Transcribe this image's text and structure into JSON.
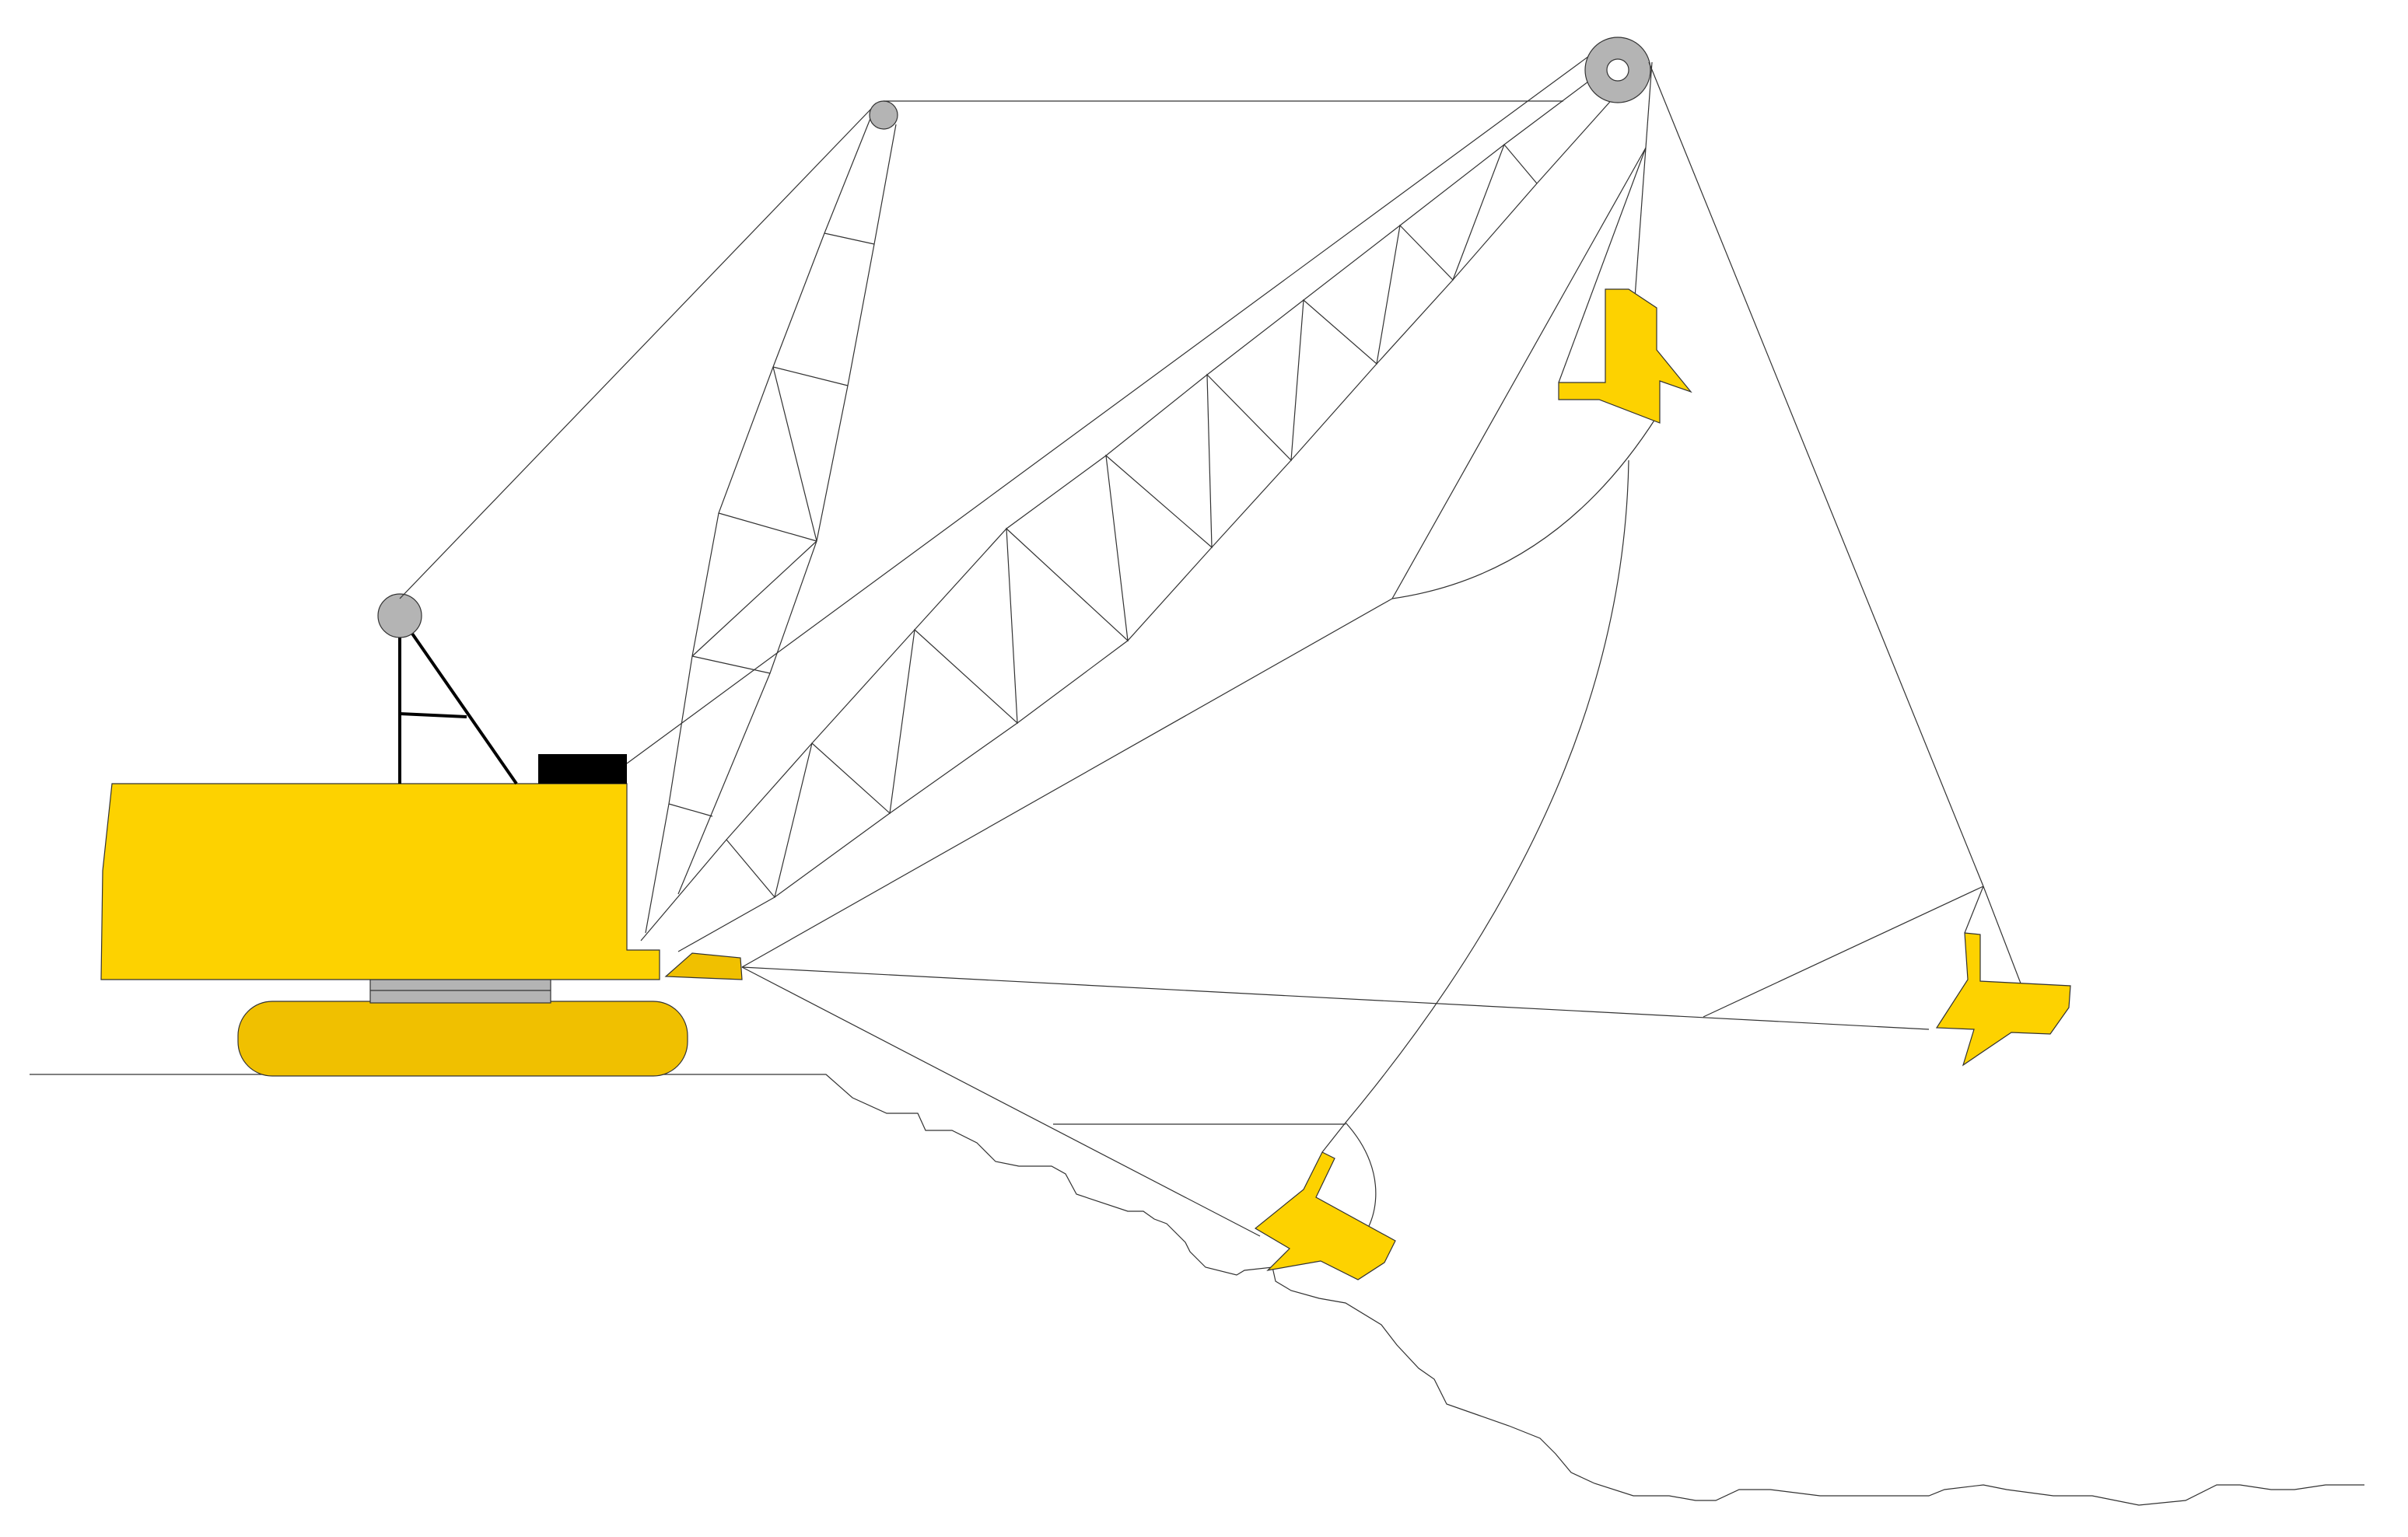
{
  "diagram": {
    "subject": "dragline-excavator",
    "colors": {
      "body": "#fdd200",
      "track": "#f0c000",
      "boom_foot": "#f0c000",
      "cab_box": "#000000",
      "pulley": "#b4b4b4",
      "turntable": "#b4b4b4",
      "bucket": "#fdd200",
      "line": "#333333"
    },
    "bucket_positions": [
      "raised",
      "dumping",
      "digging"
    ]
  }
}
